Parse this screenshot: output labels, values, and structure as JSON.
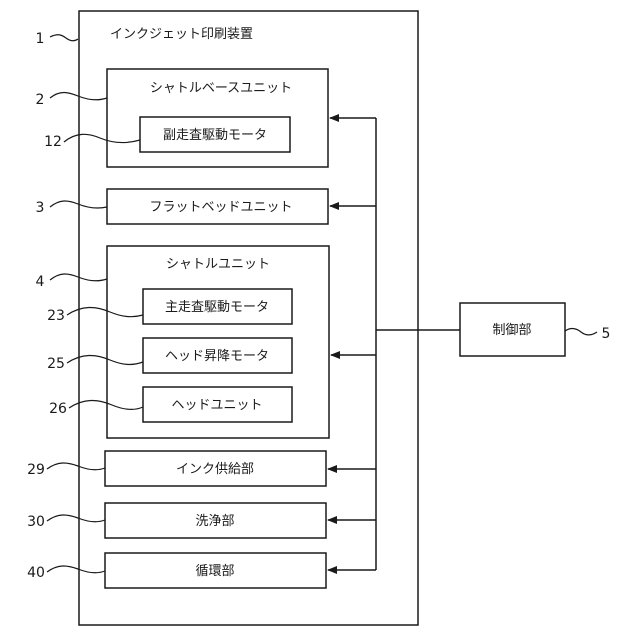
{
  "diagram": {
    "device_title": "インクジェット印刷装置",
    "shuttle_base_unit": "シャトルベースユニット",
    "sub_scan_motor": "副走査駆動モータ",
    "flatbed_unit": "フラットベッドユニット",
    "shuttle_unit": "シャトルユニット",
    "main_scan_motor": "主走査駆動モータ",
    "head_lift_motor": "ヘッド昇降モータ",
    "head_unit": "ヘッドユニット",
    "ink_supply": "インク供給部",
    "cleaning": "洗浄部",
    "circulation": "循環部",
    "controller": "制御部"
  },
  "refs": {
    "r1": "1",
    "r2": "2",
    "r12": "12",
    "r3": "3",
    "r4": "4",
    "r23": "23",
    "r25": "25",
    "r26": "26",
    "r29": "29",
    "r30": "30",
    "r40": "40",
    "r5": "5"
  }
}
